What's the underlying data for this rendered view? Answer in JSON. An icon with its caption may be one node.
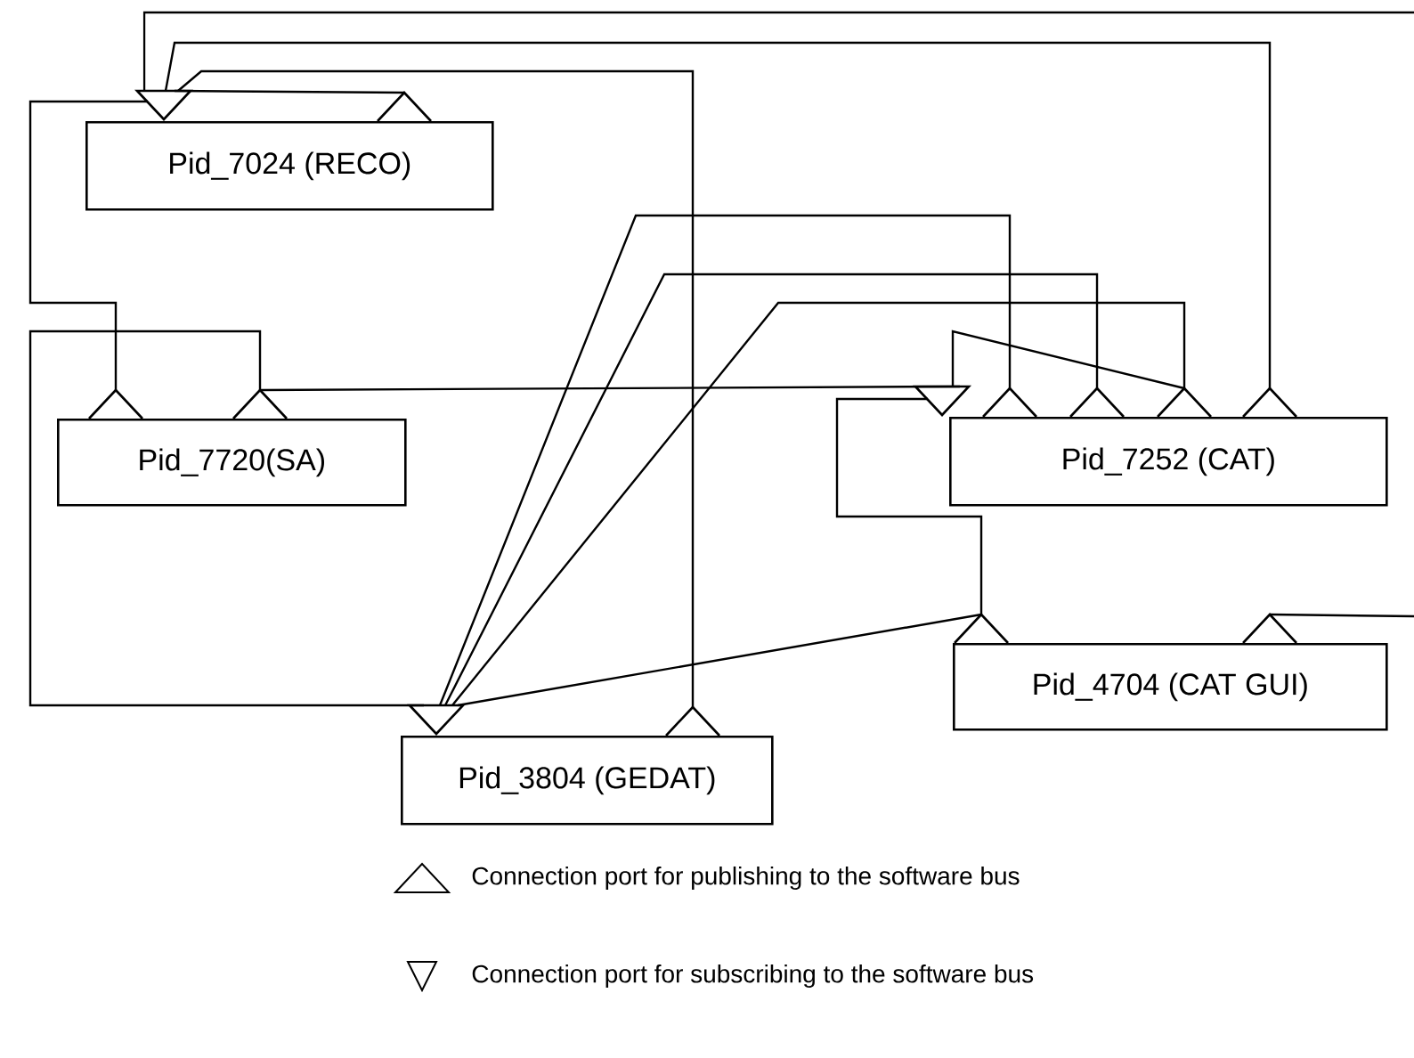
{
  "diagram": {
    "nodes": [
      {
        "text": [
          "Pid_7024 (RECO)"
        ]
      },
      {
        "text": [
          "Pid_7720(SA)"
        ]
      },
      {
        "text": [
          "Pid_7252 (CAT)"
        ]
      },
      {
        "text": [
          "Pid_4704 (CAT GUI)"
        ]
      },
      {
        "text": [
          "Pid_3804 (GEDAT)"
        ]
      }
    ],
    "edges": [
      {
        "from": null,
        "to": 0,
        "arrow": "none"
      },
      {
        "from": 2,
        "to": 0,
        "arrow": "none"
      },
      {
        "from": 4,
        "to": 0,
        "arrow": "none"
      },
      {
        "from": 0,
        "to": 0,
        "arrow": "none"
      },
      {
        "from": 1,
        "to": 0,
        "arrow": "none"
      },
      {
        "from": 1,
        "to": 4,
        "arrow": "none"
      },
      {
        "from": 1,
        "to": 2,
        "arrow": "none"
      },
      {
        "from": 2,
        "to": 4,
        "arrow": "none"
      },
      {
        "from": 2,
        "to": 4,
        "arrow": "none"
      },
      {
        "from": 2,
        "to": 4,
        "arrow": "none"
      },
      {
        "from": 2,
        "to": 2,
        "arrow": "none"
      },
      {
        "from": 3,
        "to": 2,
        "arrow": "none"
      },
      {
        "from": 3,
        "to": 4,
        "arrow": "none"
      },
      {
        "from": 3,
        "to": null,
        "arrow": "none"
      }
    ],
    "legend": [
      {
        "text": "Connection port for publishing to the software bus"
      },
      {
        "text": "Connection port for subscribing to the software bus"
      }
    ]
  }
}
